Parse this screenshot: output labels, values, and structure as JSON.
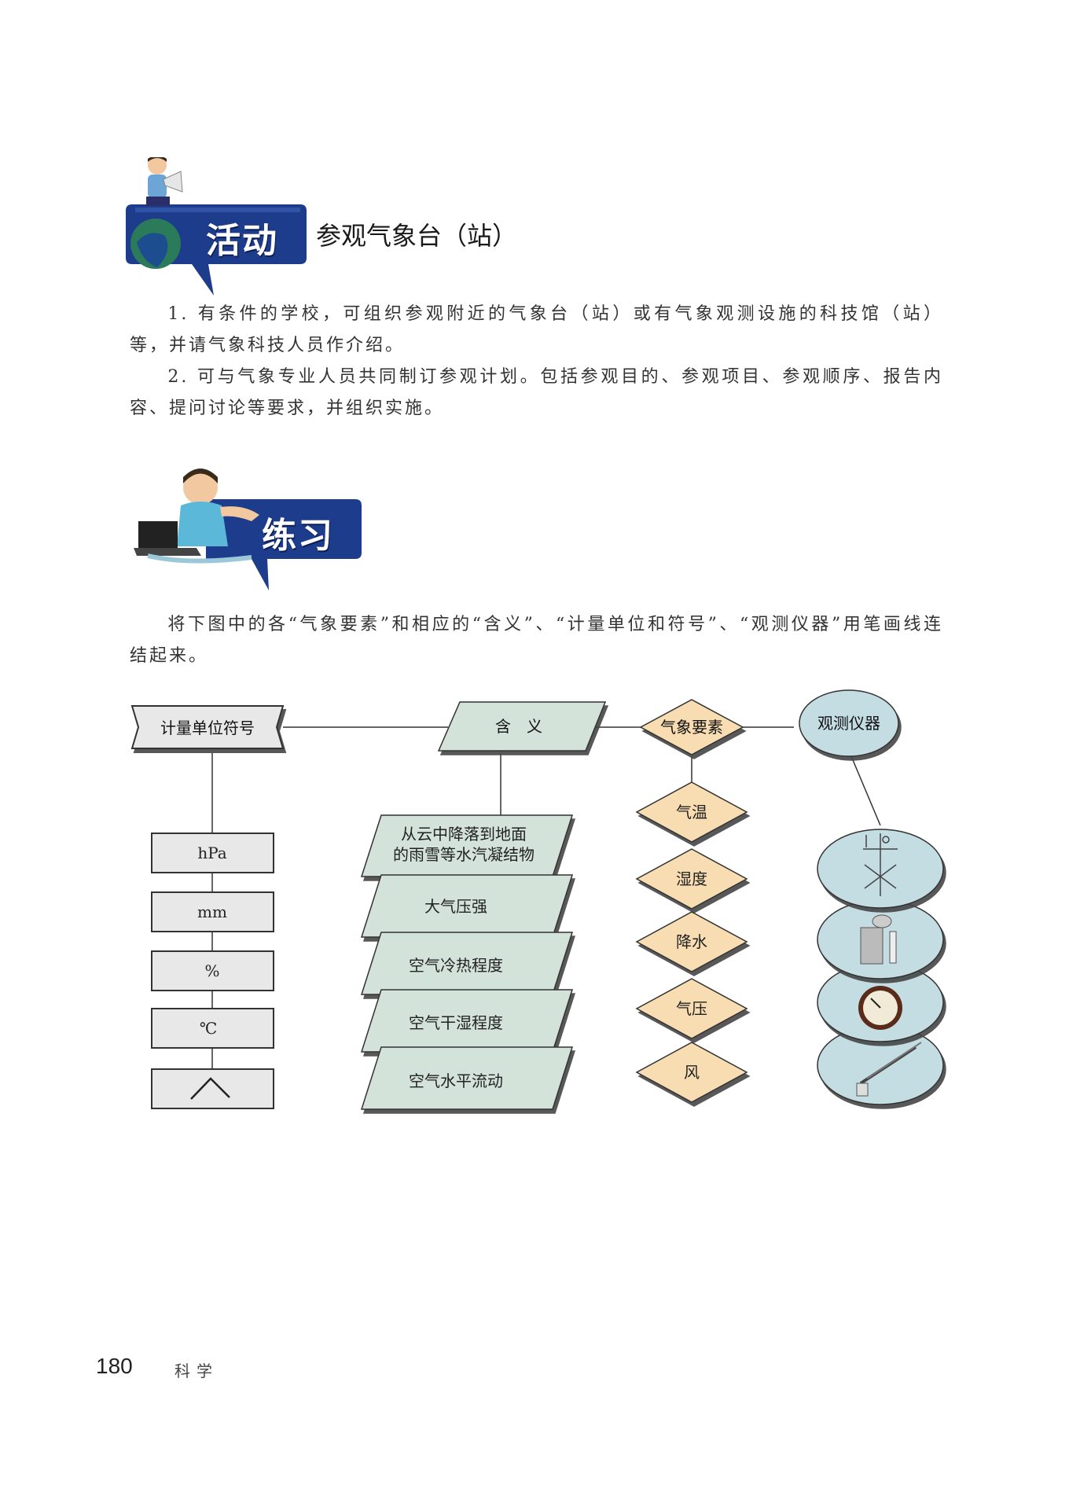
{
  "activity": {
    "badge": "活动",
    "heading": "参观气象台（站）",
    "paragraphs": [
      "1. 有条件的学校，可组织参观附近的气象台（站）或有气象观测设施的科技馆（站）等，并请气象科技人员作介绍。",
      "2. 可与气象专业人员共同制订参观计划。包括参观目的、参观项目、参观顺序、报告内容、提问讨论等要求，并组织实施。"
    ]
  },
  "exercise": {
    "badge": "练习",
    "instruction": "将下图中的各“气象要素”和相应的“含义”、“计量单位和符号”、“观测仪器”用笔画线连结起来。"
  },
  "diagram": {
    "units_header": "计量单位符号",
    "meaning_header": "含　义",
    "element_header": "气象要素",
    "instrument_header": "观测仪器",
    "units": [
      "hPa",
      "mm",
      "%",
      "℃"
    ],
    "meanings": [
      [
        "从云中降落到地面",
        "的雨雪等水汽凝结物"
      ],
      [
        "大气压强"
      ],
      [
        "空气冷热程度"
      ],
      [
        "空气干湿程度"
      ],
      [
        "空气水平流动"
      ]
    ],
    "elements": [
      "气温",
      "湿度",
      "降水",
      "气压",
      "风"
    ],
    "colors": {
      "meaning_fill": "#d4e3d9",
      "element_fill": "#f8ddb3",
      "instrument_fill": "#c4dde3",
      "unit_header_fill": "#e8e8e8",
      "banner_blue": "#1e3c8c"
    }
  },
  "footer": {
    "page_number": "180",
    "subject": "科学"
  }
}
